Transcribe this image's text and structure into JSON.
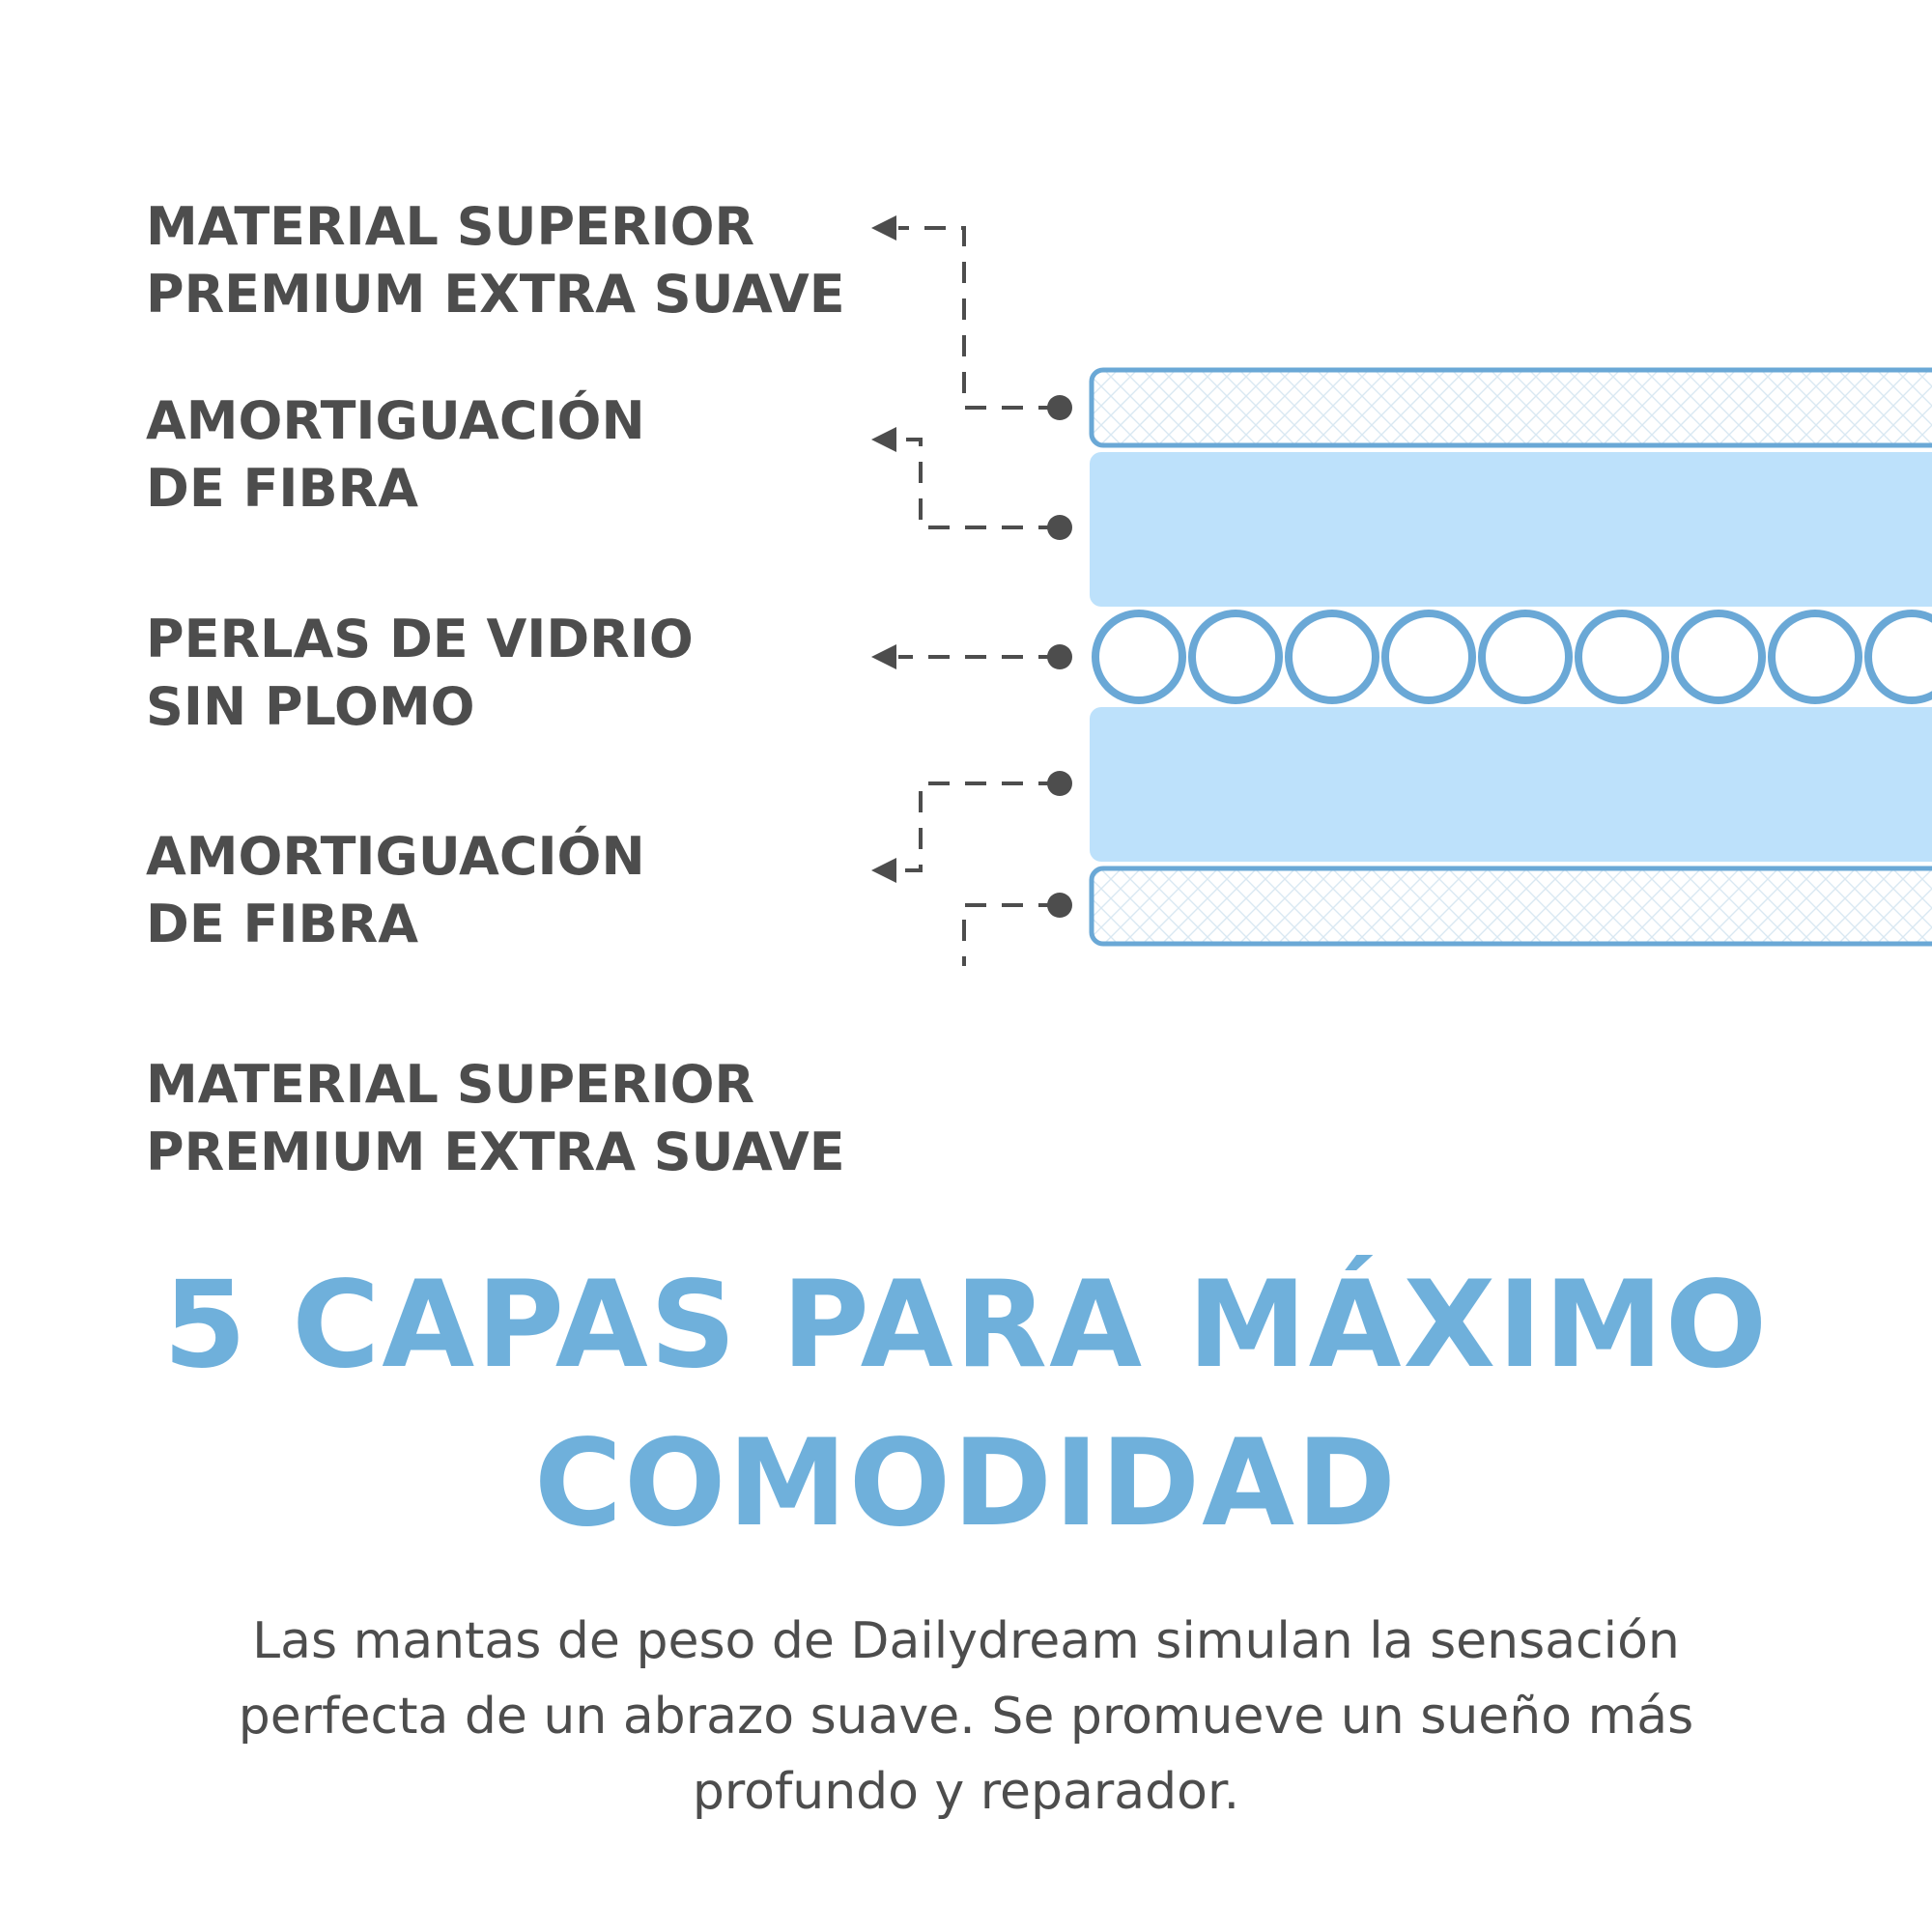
{
  "layers": [
    {
      "line1": "MATERIAL SUPERIOR",
      "line2": "PREMIUM EXTRA SUAVE"
    },
    {
      "line1": "AMORTIGUACIÓN",
      "line2": "DE FIBRA"
    },
    {
      "line1": "PERLAS DE VIDRIO",
      "line2": "SIN PLOMO"
    },
    {
      "line1": "AMORTIGUACIÓN",
      "line2": "DE FIBRA"
    },
    {
      "line1": "MATERIAL SUPERIOR",
      "line2": "PREMIUM EXTRA SUAVE"
    }
  ],
  "headline": {
    "line1": "5 CAPAS PARA MÁXIMO",
    "line2": "COMODIDAD"
  },
  "description": "Las mantas de peso de Dailydream simulan la sensación perfecta de un abrazo suave. Se promueve un sueño más profundo y reparador.",
  "colors": {
    "text": "#4d4d4d",
    "accent": "#6fb0db",
    "layer_fill": "#bde1fb",
    "stroke": "#6aa8d6",
    "background": "#ffffff"
  }
}
